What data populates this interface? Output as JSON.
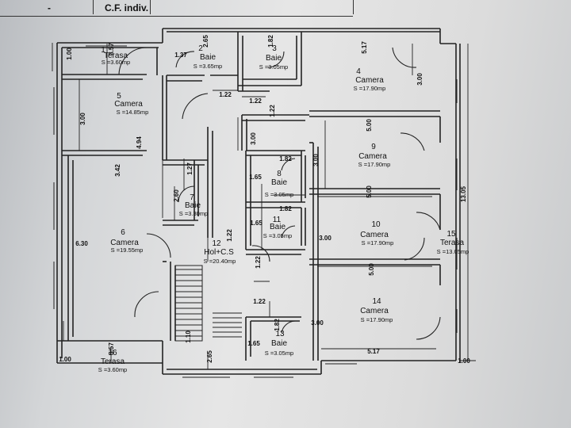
{
  "header": {
    "dash": "-",
    "title": "C.F. indiv."
  },
  "rooms": [
    {
      "number": "1",
      "name": "Terasa",
      "area": "S =3.60mp"
    },
    {
      "number": "2",
      "name": "Baie",
      "area": "S =3.65mp"
    },
    {
      "number": "3",
      "name": "Baie",
      "area": "S =3.05mp"
    },
    {
      "number": "4",
      "name": "Camera",
      "area": "S =17.90mp"
    },
    {
      "number": "5",
      "name": "Camera",
      "area": "S =14.85mp"
    },
    {
      "number": "6",
      "name": "Camera",
      "area": "S =19.55mp"
    },
    {
      "number": "7",
      "name": "Baie",
      "area": "S =3.30mp"
    },
    {
      "number": "8",
      "name": "Baie",
      "area": "S =3.05mp"
    },
    {
      "number": "9",
      "name": "Camera",
      "area": "S =17.90mp"
    },
    {
      "number": "10",
      "name": "Camera",
      "area": "S =17.90mp"
    },
    {
      "number": "11",
      "name": "Baie",
      "area": "S =3.05mp"
    },
    {
      "number": "12",
      "name": "Hol+C.S",
      "area": "S =20.40mp"
    },
    {
      "number": "13",
      "name": "Baie",
      "area": "S =3.05mp"
    },
    {
      "number": "14",
      "name": "Camera",
      "area": "S =17.90mp"
    },
    {
      "number": "15",
      "name": "Terasa",
      "area": "S =13.05mp"
    },
    {
      "number": "16",
      "name": "Terasa",
      "area": "S =3.60mp"
    }
  ],
  "dimensions": [
    "1.00",
    "3.57",
    "1.37",
    "2.65",
    "1.82",
    "5.17",
    "3.00",
    "3.00",
    "1.22",
    "1.22",
    "1.22",
    "3.00",
    "4.94",
    "3.42",
    "1.27",
    "2.60",
    "5.00",
    "1.82",
    "1.65",
    "1.82",
    "3.00",
    "5.00",
    "13.05",
    "1.65",
    "1.22",
    "3.00",
    "1.22",
    "5.00",
    "6.30",
    "1.10",
    "1.22",
    "1.82",
    "3.00",
    "1.65",
    "5.17",
    "3.57",
    "1.00",
    "2.65",
    "1.00"
  ]
}
